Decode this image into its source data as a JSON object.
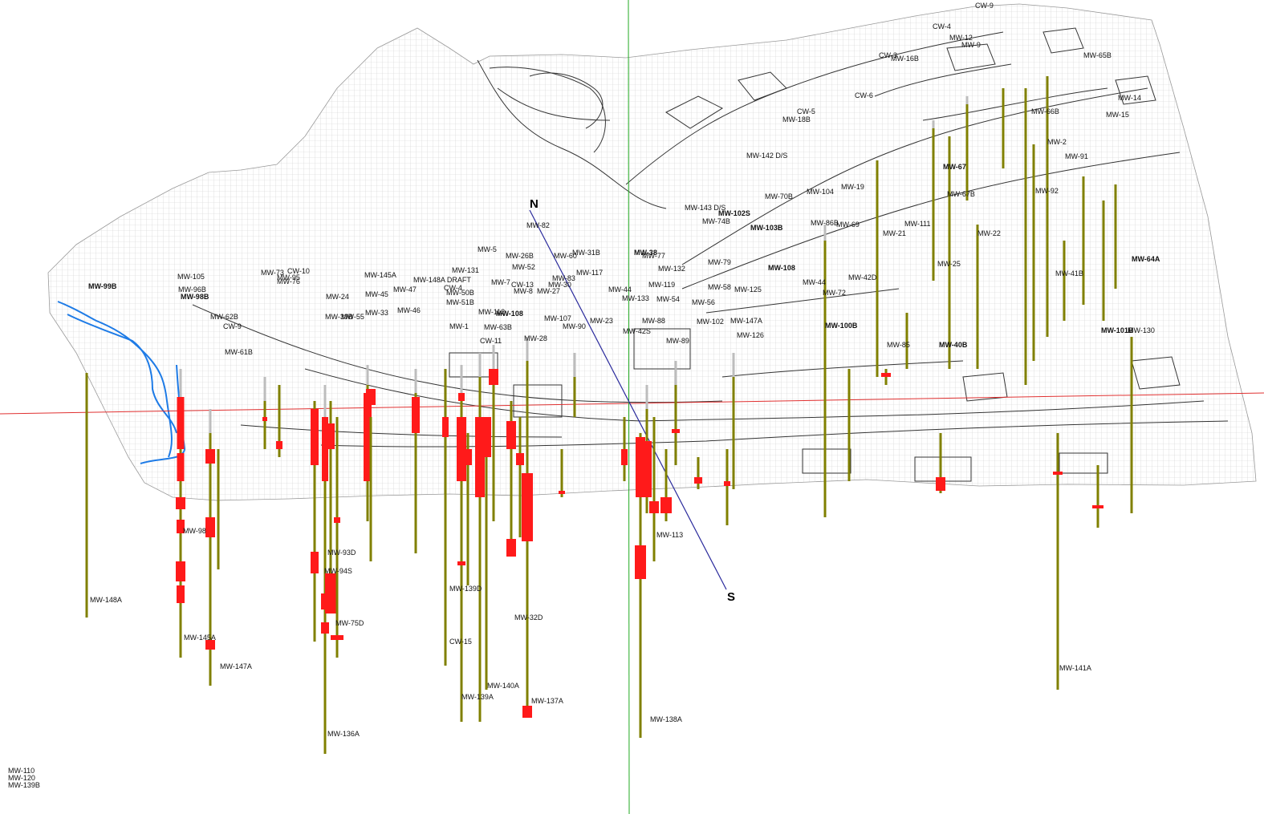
{
  "title": "MW-148A DRAFT",
  "compass": {
    "north": "N",
    "south": "S"
  },
  "colors": {
    "surface_mesh": "#c8c8c8",
    "linework": "#333333",
    "creek": "#1e7be6",
    "axis_horizontal": "#e03030",
    "axis_vertical": "#22aa22",
    "section_line": "#2a2a9c",
    "casing": "#808000",
    "screen_red": "#ff1a1a",
    "overburden_brown": "#9c5a2a",
    "upper_gray": "#bdbdbd"
  },
  "plan_labels": [
    "CW-9",
    "CW-4",
    "MW-12",
    "MW-9",
    "CW-3",
    "MW-16B",
    "MW-65B",
    "CW-6",
    "MW-14",
    "MW-15",
    "MW-66B",
    "CW-5",
    "MW-18B",
    "MW-142 D/S",
    "MW-2",
    "MW-91",
    "MW-67",
    "MW-67B",
    "MW-92",
    "MW-70B",
    "MW-104",
    "MW-19",
    "MW-143 D/S",
    "MW-102S",
    "MW-74B",
    "MW-86B",
    "MW-69",
    "MW-103B",
    "MW-21",
    "MW-111",
    "MW-22",
    "MW-82",
    "MW-5",
    "MW-26B",
    "MW-60",
    "MW-31B",
    "MW-38",
    "MW-77",
    "MW-52",
    "MW-117",
    "MW-83",
    "MW-131",
    "MW-30",
    "MW-132",
    "MW-79",
    "MW-25",
    "MW-41B",
    "MW-64A",
    "MW-108",
    "MW-72",
    "MW-42D",
    "MW-44",
    "CW-10",
    "MW-73",
    "MW-95",
    "MW-76",
    "MW-105",
    "MW-96B",
    "MW-98B",
    "MW-99B",
    "MW-145A",
    "MW-148A DRAFT",
    "CW-4",
    "MW-50B",
    "MW-51B",
    "MW-47",
    "MW-45",
    "MW-46",
    "MW-7",
    "CW-13",
    "MW-8",
    "MW-27",
    "MW-44",
    "MW-119",
    "MW-133",
    "MW-54",
    "MW-56",
    "MW-58",
    "MW-125",
    "MW-126",
    "MW-24",
    "MW-112",
    "MW-108",
    "MW-107",
    "MW-55",
    "MW-39B",
    "MW-33",
    "MW-62B",
    "CW-9",
    "MW-102",
    "MW-147A",
    "MW-100B",
    "MW-23",
    "MW-90",
    "MW-42S",
    "MW-88",
    "MW-89",
    "MW-1",
    "MW-63B",
    "CW-11",
    "MW-28",
    "MW-61B",
    "MW-85",
    "MW-40B",
    "MW-101B",
    "MW-130",
    "MW-110",
    "MW-120",
    "MW-139B"
  ],
  "well_labels": [
    "MW-148A",
    "MW-98",
    "MW-145A",
    "MW-147A",
    "MW-93D",
    "MW-94S",
    "MW-75D",
    "MW-136A",
    "MW-139D",
    "CW-15",
    "MW-32D",
    "MW-140A",
    "MW-139A",
    "MW-137A",
    "MW-113",
    "MW-138A",
    "MW-141A"
  ]
}
